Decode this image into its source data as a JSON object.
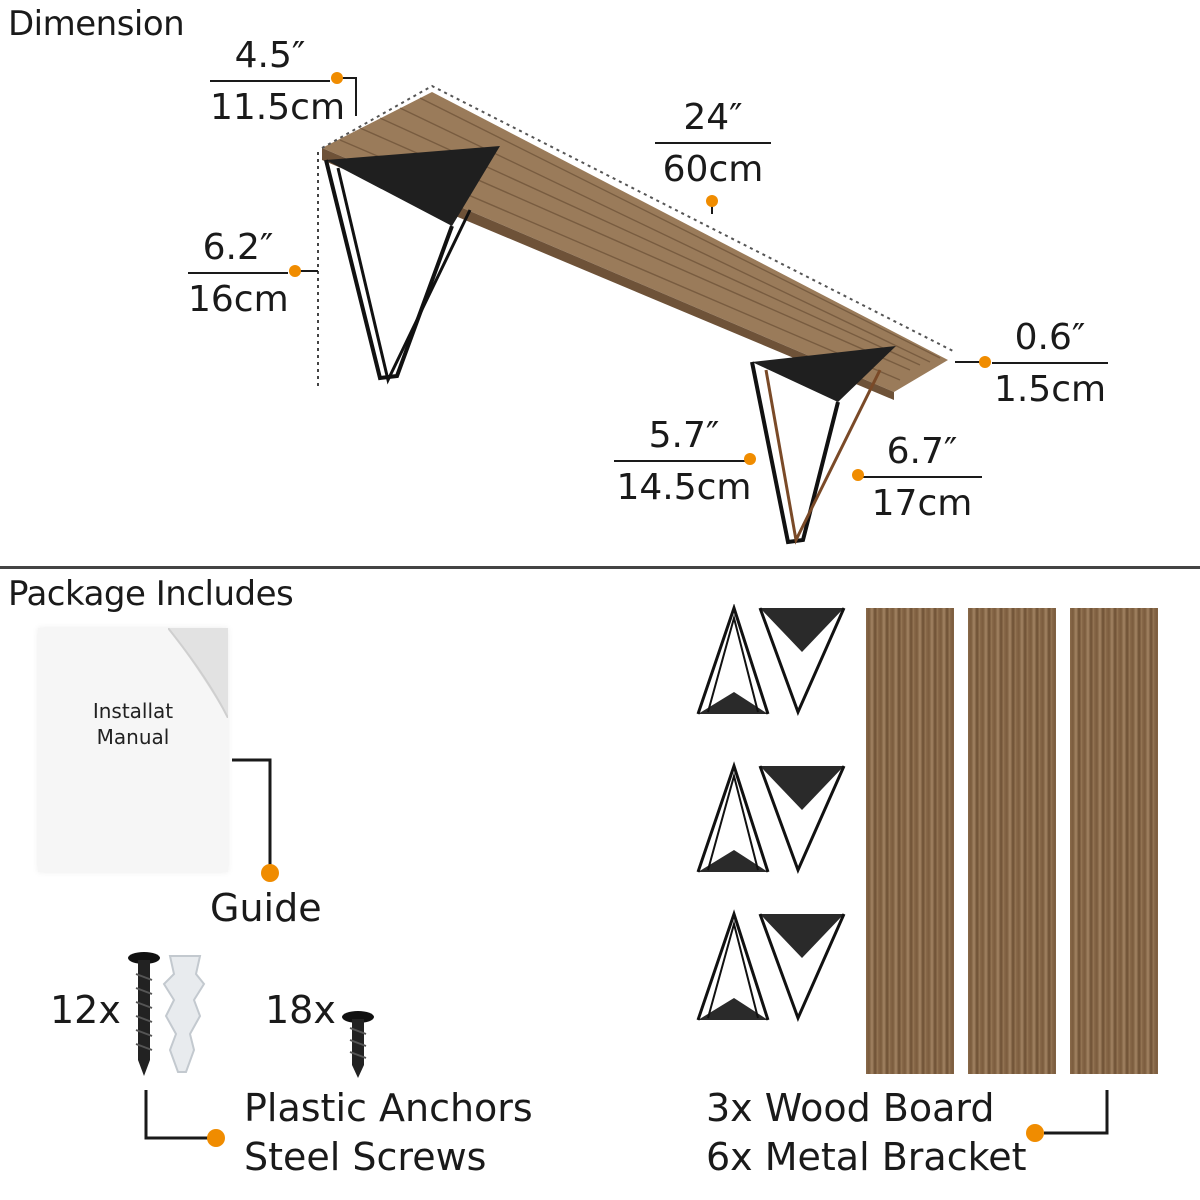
{
  "sections": {
    "dimension_title": "Dimension",
    "package_title": "Package Includes"
  },
  "dimensions": {
    "depth": {
      "inch": "4.5″",
      "cm": "11.5cm"
    },
    "length": {
      "inch": "24″",
      "cm": "60cm"
    },
    "bracket_height": {
      "inch": "6.2″",
      "cm": "16cm"
    },
    "thickness": {
      "inch": "0.6″",
      "cm": "1.5cm"
    },
    "bracket_width": {
      "inch": "5.7″",
      "cm": "14.5cm"
    },
    "bracket_depth": {
      "inch": "6.7″",
      "cm": "17cm"
    }
  },
  "package": {
    "manual_line1": "Installat",
    "manual_line2": "Manual",
    "guide_label": "Guide",
    "anchors_qty": "12x",
    "screws_qty": "18x",
    "hardware_line1": "Plastic Anchors",
    "hardware_line2": "Steel Screws",
    "board_line1": "3x Wood Board",
    "board_line2": "6x Metal Bracket"
  },
  "colors": {
    "accent_dot": "#f08c00",
    "wood": "#8a6a4a",
    "metal": "#222222"
  }
}
